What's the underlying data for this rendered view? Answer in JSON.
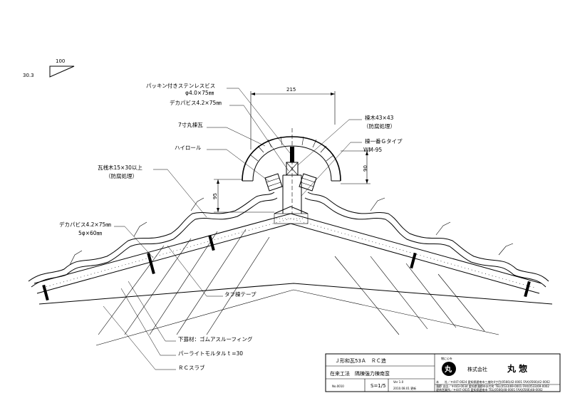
{
  "slope": {
    "run": "100",
    "rise": "30.3"
  },
  "dimensions": {
    "width_215": "215",
    "height_90": "90",
    "height_95": "95"
  },
  "labels": {
    "packing_screw_1": "パッキン付きステンレスビス",
    "packing_screw_2": "φ4.0×75㎜",
    "deca_screw_top": "デカパビス4.2×75㎜",
    "ridge_tile": "7寸丸棟瓦",
    "high_roll": "ハイロール",
    "batten_1": "瓦桟木15×30以上",
    "batten_2": "（防腐処理）",
    "ridge_wood_1": "棟木43×43",
    "ridge_wood_2": "（防腐処理）",
    "ridge_g_1": "棟一番Ｇタイプ",
    "ridge_g_2": "WM-95",
    "deca_screw_left_1": "デカパビス4.2×75㎜",
    "deca_screw_left_2": "5φ×60㎜",
    "tape": "タフ棟テープ",
    "underlay": "下葺材：ゴムアスルーフィング",
    "mortar": "パーライトモルタル t =30",
    "slab": "ＲＣスラブ"
  },
  "title_block": {
    "title_1": "Ｊ形和瓦53Ａ　ＲＣ造",
    "title_2": "在来工法　隅棟強力棟南蛮",
    "drawing_no": "No.0010",
    "scale": "S=1/5",
    "version": "Ver 1.0",
    "date": "2010.08.01 更新",
    "motto": "物に心を",
    "logo_char": "丸",
    "company_prefix": "株式会社",
    "company_name": "丸 惣",
    "address_1": "本　　社／〒447-0024 愛知県碧南市三度町4丁目(0566)42-0001 FAX(0566)42-0002",
    "address_2": "蒲郡 支店／〒443-0034 愛知県蒲郡市水竹町 TEL(0533)69-0001 FAX(0533)69-0002",
    "address_3": "碧南営業所／〒447-0035 愛知県碧南市 TEL(0566)48-0001 FAX(0566)48-0002"
  }
}
